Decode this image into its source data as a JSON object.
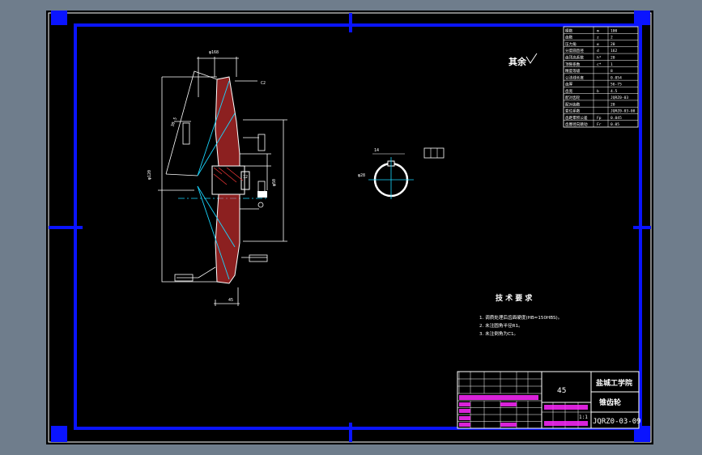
{
  "roughness_label": "其余",
  "tech_requirements": {
    "title": "技 术 要 求",
    "items": [
      "1. 调质处理后齿面硬度(HB≈150HBS)。",
      "2. 未注圆角半径R1。",
      "3. 未注倒角为C1。"
    ]
  },
  "title_block": {
    "material": "45",
    "school": "盐城工学院",
    "part_name": "锥齿轮",
    "drawing_no": "JQRZ0-03-09",
    "scale": "1:1"
  },
  "param_table": {
    "rows": [
      {
        "label": "模数",
        "sym": "m",
        "val": "100"
      },
      {
        "label": "齿数",
        "sym": "z",
        "val": "2"
      },
      {
        "label": "压力角",
        "sym": "α",
        "val": "20"
      },
      {
        "label": "分度圆直径",
        "sym": "d",
        "val": "162"
      },
      {
        "label": "齿顶高系数",
        "sym": "h*",
        "val": "20"
      },
      {
        "label": "顶隙系数",
        "sym": "c*",
        "val": "1"
      },
      {
        "label": "精度等级",
        "sym": "",
        "val": "8"
      },
      {
        "label": "公法线长度",
        "sym": "",
        "val": "0.054"
      },
      {
        "label": "齿厚",
        "sym": "",
        "val": "56-75"
      },
      {
        "label": "齿宽",
        "sym": "b",
        "val": "4.5"
      },
      {
        "label": "配对齿轮",
        "sym": "",
        "val": "JQRZ0-03"
      },
      {
        "label": "配对齿数",
        "sym": "",
        "val": "20"
      },
      {
        "label": "变位系数",
        "sym": "",
        "val": "JQRZ0-03-08"
      },
      {
        "label": "齿距累积公差",
        "sym": "Fp",
        "val": "0.045"
      },
      {
        "label": "齿圈径向跳动",
        "sym": "Fr",
        "val": "0.05"
      }
    ]
  },
  "colors": {
    "paper": "#6f7d8c",
    "sheet": "#000000",
    "frame": "#0a14ff",
    "geometry": "#ffffff",
    "hatch": "#ff3a3a",
    "center": "#19d7ff",
    "titleblock_text": "#ff28ff"
  }
}
